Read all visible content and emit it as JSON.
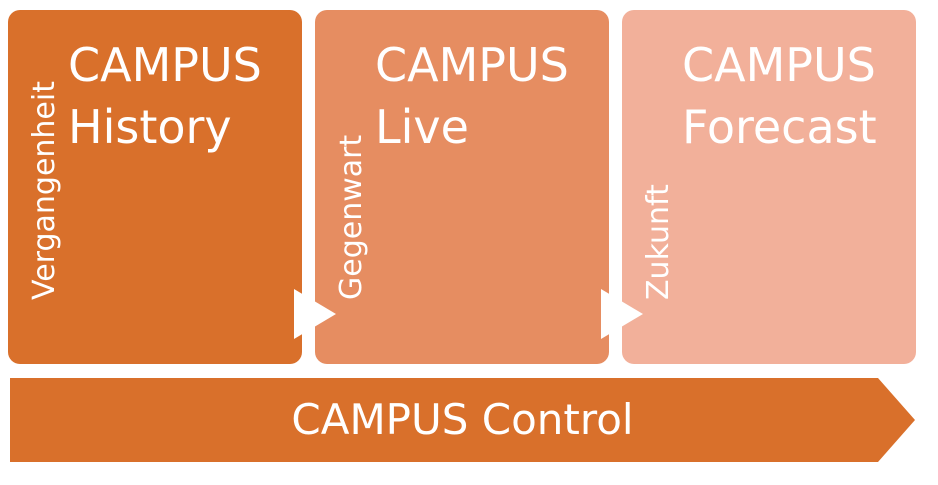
{
  "stages": [
    {
      "period": "Vergangenheit",
      "title_line1": "CAMPUS",
      "title_line2": "History",
      "color": "#d9702b"
    },
    {
      "period": "Gegenwart",
      "title_line1": "CAMPUS",
      "title_line2": "Live",
      "color": "#e68d61"
    },
    {
      "period": "Zukunft",
      "title_line1": "CAMPUS",
      "title_line2": "Forecast",
      "color": "#f2b09a"
    }
  ],
  "control": {
    "label": "CAMPUS Control",
    "color": "#d9702b"
  },
  "connector_color": "#ffffff"
}
